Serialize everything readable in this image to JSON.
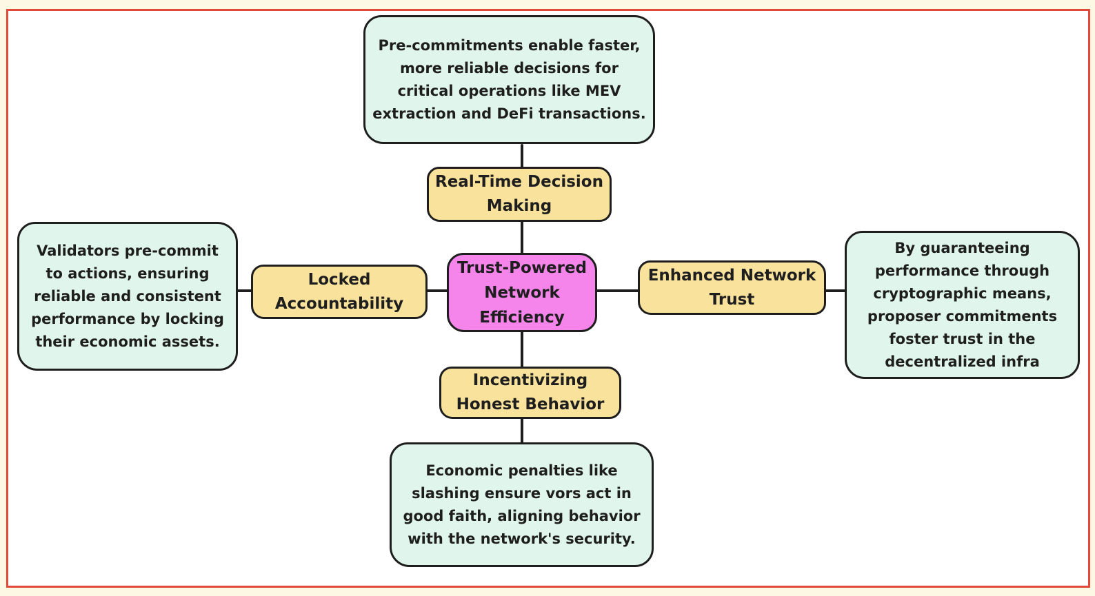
{
  "palette": {
    "stroke": "#1e1e1e",
    "description_fill": "#E0F5EB",
    "topic_fill": "#F9E29C",
    "center_fill": "#F585EB",
    "frame_border": "#E2493B",
    "page_background": "#FCF8E3",
    "canvas_background": "#ffffff"
  },
  "diagram": {
    "center": {
      "label": "Trust-Powered Network Efficiency"
    },
    "branches": [
      {
        "id": "top",
        "label": "Real-Time Decision Making",
        "description": "Pre-commitments enable faster, more reliable decisions for critical operations like MEV extraction and DeFi transactions."
      },
      {
        "id": "left",
        "label": "Locked Accountability",
        "description": "Validators pre-commit to actions, ensuring reliable and consistent performance by locking their economic assets."
      },
      {
        "id": "right",
        "label": "Enhanced Network Trust",
        "description": "By guaranteeing performance through cryptographic means, proposer commitments foster trust in the decentralized infra"
      },
      {
        "id": "bottom",
        "label": "Incentivizing Honest Behavior",
        "description": "Economic penalties like slashing ensure vors act in good faith, aligning behavior with the network's security."
      }
    ]
  }
}
